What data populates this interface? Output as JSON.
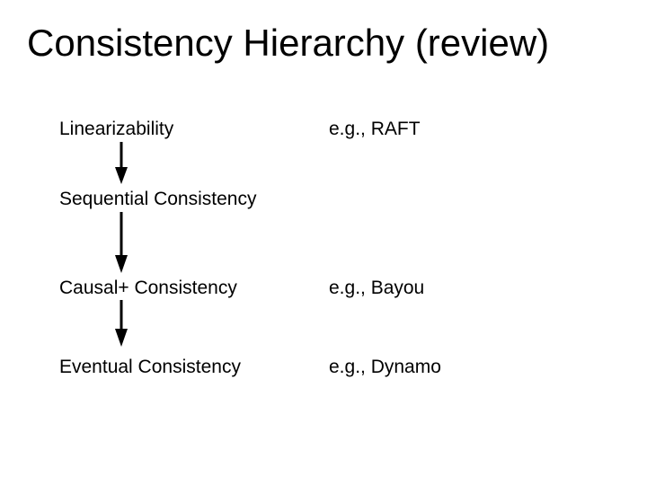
{
  "slide": {
    "title": "Consistency Hierarchy (review)"
  },
  "hierarchy": {
    "levels": [
      {
        "name": "Linearizability",
        "example": "e.g., RAFT"
      },
      {
        "name": "Sequential Consistency",
        "example": ""
      },
      {
        "name": "Causal+ Consistency",
        "example": "e.g., Bayou"
      },
      {
        "name": "Eventual Consistency",
        "example": "e.g., Dynamo"
      }
    ]
  },
  "colors": {
    "text": "#000000",
    "arrow": "#000000",
    "background": "#ffffff"
  },
  "icons": {
    "arrow": "down-arrow-icon"
  }
}
